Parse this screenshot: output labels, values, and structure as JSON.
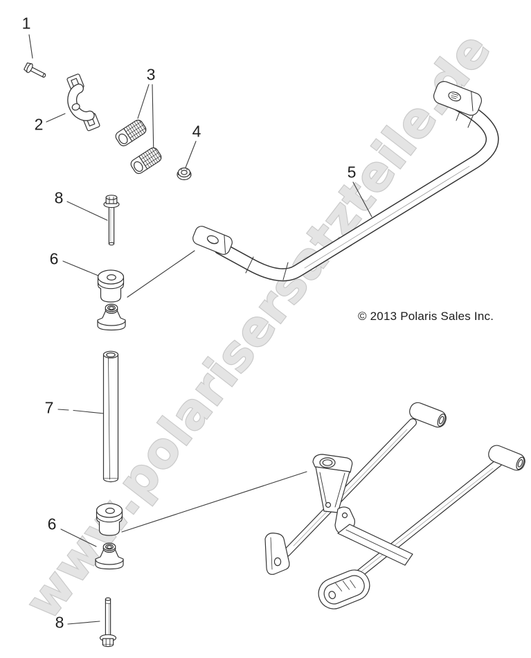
{
  "diagram": {
    "watermark": "www.polarisersatzteile.de",
    "copyright": "© 2013 Polaris Sales Inc.",
    "callouts": {
      "c1": "1",
      "c2": "2",
      "c3": "3",
      "c4": "4",
      "c5": "5",
      "c6_upper": "6",
      "c7": "7",
      "c6_lower": "6",
      "c8_upper": "8",
      "c8_lower": "8"
    },
    "colors": {
      "line": "#333333",
      "leader": "#3a3a3a",
      "label": "#1f1f1f",
      "watermark_fill": "#e4e4e4",
      "watermark_outline": "#c9c9c9",
      "background": "#ffffff"
    }
  }
}
